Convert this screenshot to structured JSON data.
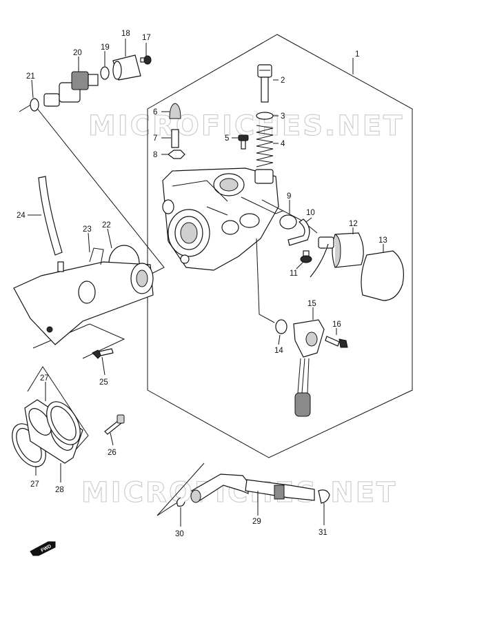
{
  "watermark": {
    "top": "MICROFICHES.NET",
    "bottom": "MICROFICHES.NET"
  },
  "fwd_label": "FWD",
  "callouts": {
    "c1": "1",
    "c2": "2",
    "c3": "3",
    "c4": "4",
    "c5": "5",
    "c6": "6",
    "c7": "7",
    "c8": "8",
    "c9": "9",
    "c10": "10",
    "c11": "11",
    "c12": "12",
    "c13": "13",
    "c14": "14",
    "c15": "15",
    "c16": "16",
    "c17": "17",
    "c18": "18",
    "c19": "19",
    "c20": "20",
    "c21": "21",
    "c22": "22",
    "c23": "23",
    "c24": "24",
    "c25": "25",
    "c26": "26",
    "c27a": "27",
    "c27b": "27",
    "c28": "28",
    "c29": "29",
    "c30": "30",
    "c31": "31"
  }
}
